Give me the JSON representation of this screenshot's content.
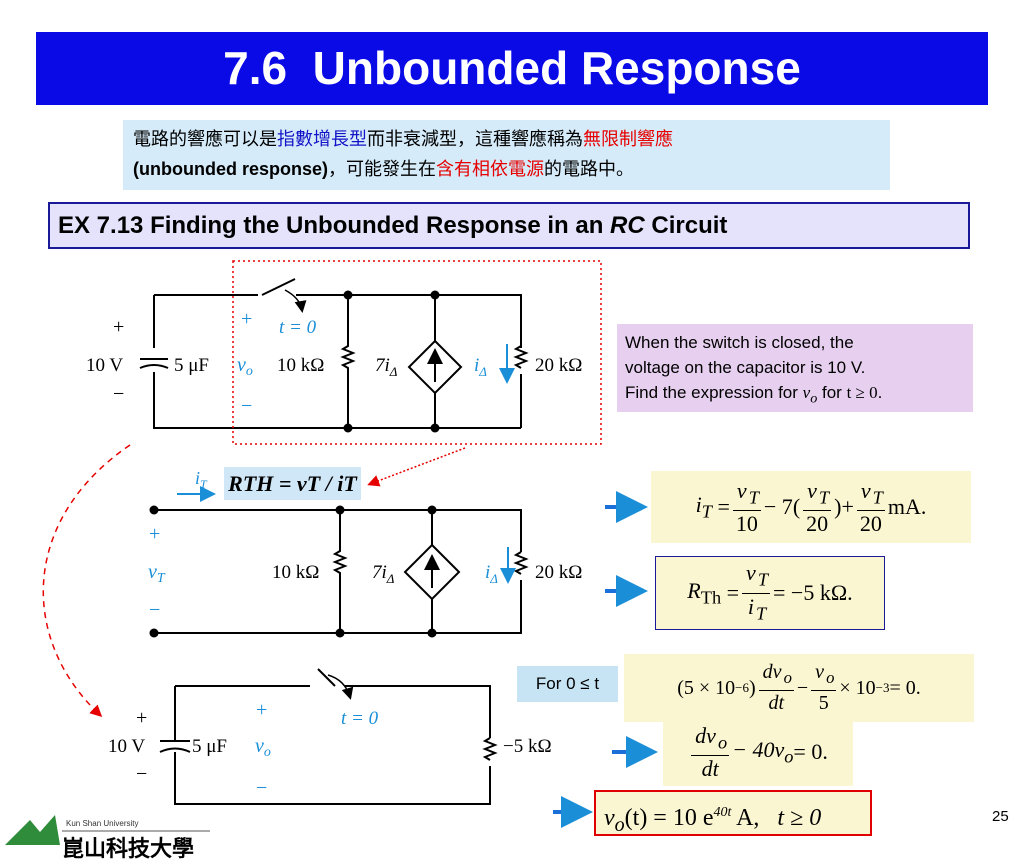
{
  "title": "7.6  Unbounded Response",
  "intro": {
    "seg1": "電路的響應可以是",
    "seg2_blue": "指數增長型",
    "seg3": "而非衰減型，這種響應稱為",
    "seg4_red": "無限制響應",
    "seg5_bold": "(unbounded response)",
    "seg6": "，可能發生在",
    "seg7_red": "含有相依電源",
    "seg8": "的電路中。"
  },
  "example_heading": {
    "prefix": "EX 7.13 Finding the Unbounded Response in an ",
    "italic": "RC",
    "suffix": " Circuit"
  },
  "problem": {
    "line1": "When the switch is closed, the",
    "line2": "voltage on the capacitor is 10 V.",
    "line3_pre": "Find the expression for ",
    "line3_var": "v",
    "line3_sub": "o",
    "line3_mid": " for ",
    "line3_cond": "t ≥ 0",
    "line3_end": "."
  },
  "circuit1": {
    "plus": "+",
    "source": "10 V",
    "minus": "−",
    "cap": "5 μF",
    "vo_plus": "+",
    "vo": "v",
    "vo_sub": "o",
    "vo_minus": "−",
    "switch": "t = 0",
    "r1": "10 kΩ",
    "dep_source": "7i",
    "dep_sub": "Δ",
    "i_delta": "i",
    "i_delta_sub": "Δ",
    "r2": "20 kΩ"
  },
  "rth_label": "RTH = vT / iT",
  "circuit2": {
    "iT": "i",
    "iT_sub": "T",
    "plus": "+",
    "vT": "v",
    "vT_sub": "T",
    "minus": "−",
    "r1": "10 kΩ",
    "dep_source": "7i",
    "dep_sub": "Δ",
    "i_delta": "i",
    "i_delta_sub": "Δ",
    "r2": "20 kΩ"
  },
  "eq1": {
    "lhs": "i",
    "lhs_sub": "T",
    "n1": "v",
    "n1_sub": "T",
    "d1": "10",
    "mid": "− 7",
    "n2": "v",
    "n2_sub": "T",
    "d2": "20",
    "plus": "+",
    "n3": "v",
    "n3_sub": "T",
    "d3": "20",
    "unit": "mA."
  },
  "eq2": {
    "lhs": "R",
    "lhs_sub": "Th",
    "num": "v",
    "num_sub": "T",
    "den": "i",
    "den_sub": "T",
    "rhs": "= −5 kΩ."
  },
  "for_label": "For 0 ≤ t",
  "eq3": {
    "pre": "(5 × 10",
    "exp": "−6",
    "post": ")",
    "n1": "dv",
    "n1_sub": "o",
    "d1": "dt",
    "minus": "−",
    "n2": "v",
    "n2_sub": "o",
    "d2": "5",
    "tail": "× 10",
    "tail_exp": "−3",
    "end": " = 0."
  },
  "circuit3": {
    "plus": "+",
    "source": "10 V",
    "minus": "−",
    "cap": "5 μF",
    "vo_plus": "+",
    "vo": "v",
    "vo_sub": "o",
    "vo_minus": "−",
    "switch": "t = 0",
    "r": "−5 kΩ"
  },
  "eq4": {
    "num": "dv",
    "num_sub": "o",
    "den": "dt",
    "rhs": "− 40v",
    "rhs_sub": "o",
    "end": " = 0."
  },
  "final": {
    "v": "v",
    "v_sub": "o",
    "mid": "(t) = 10 e",
    "exp": "40t",
    "unit": " A,",
    "cond": "t ≥ 0"
  },
  "page_number": "25",
  "university": "Kun Shan University",
  "logo_text": "崑山科技大學",
  "colors": {
    "title_bg": "#0a0ae6",
    "accent_blue": "#1a8fd8",
    "red": "#e60000",
    "arrow": "#1a6fd8"
  }
}
